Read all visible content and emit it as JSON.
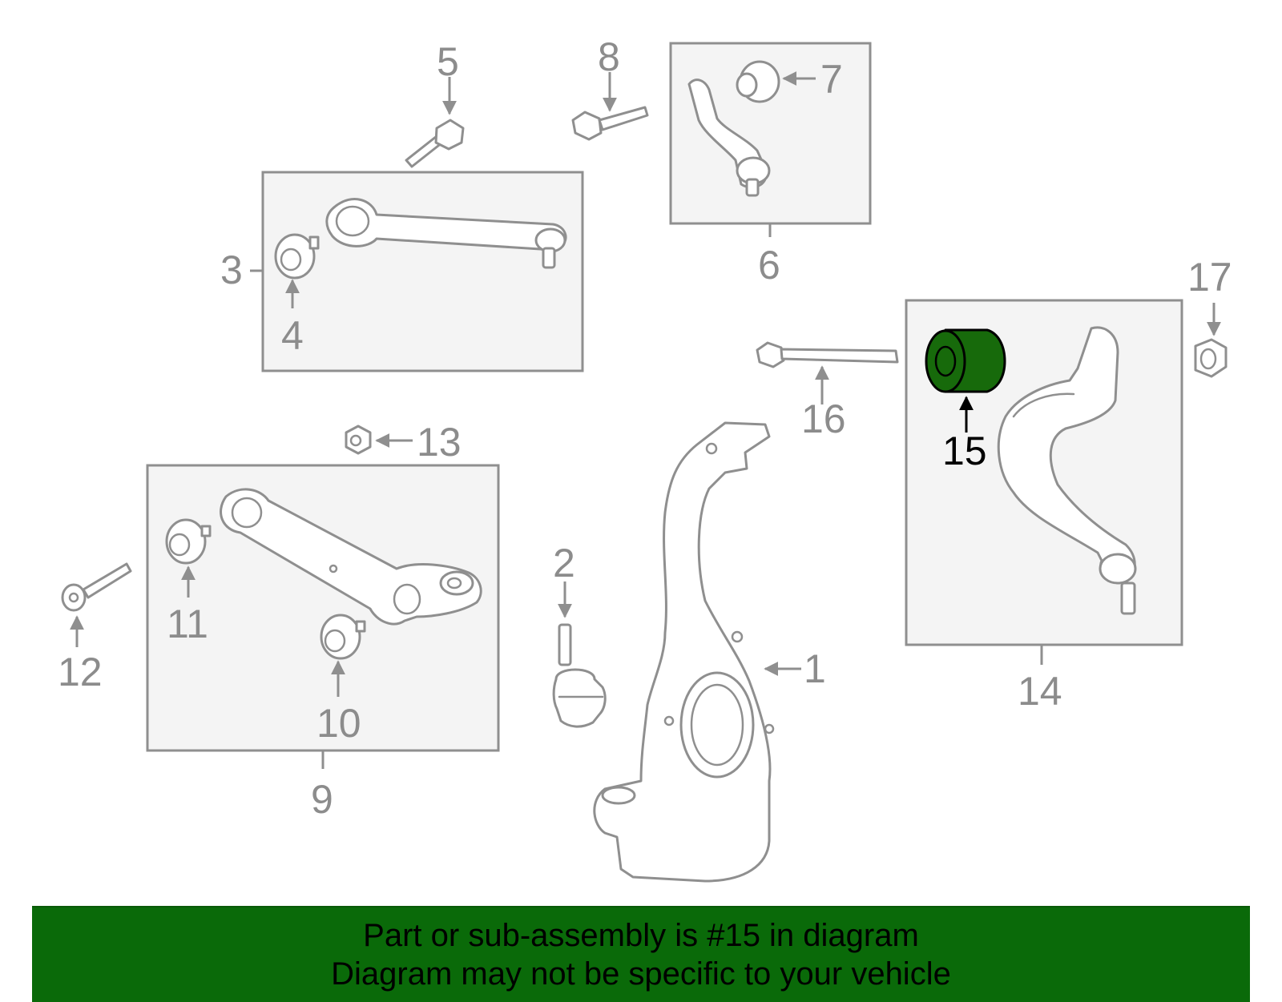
{
  "diagram": {
    "callouts": [
      "1",
      "2",
      "3",
      "4",
      "5",
      "6",
      "7",
      "8",
      "9",
      "10",
      "11",
      "12",
      "13",
      "14",
      "15",
      "16",
      "17"
    ],
    "highlighted_callout": "15",
    "highlight_color": "#176a0b",
    "box_fill": "#f4f4f4",
    "line_color": "#8f8f8f"
  },
  "banner": {
    "line1": "Part or sub-assembly is #15 in diagram",
    "line2": "Diagram may not be specific to your vehicle",
    "background": "#0a6a09"
  }
}
